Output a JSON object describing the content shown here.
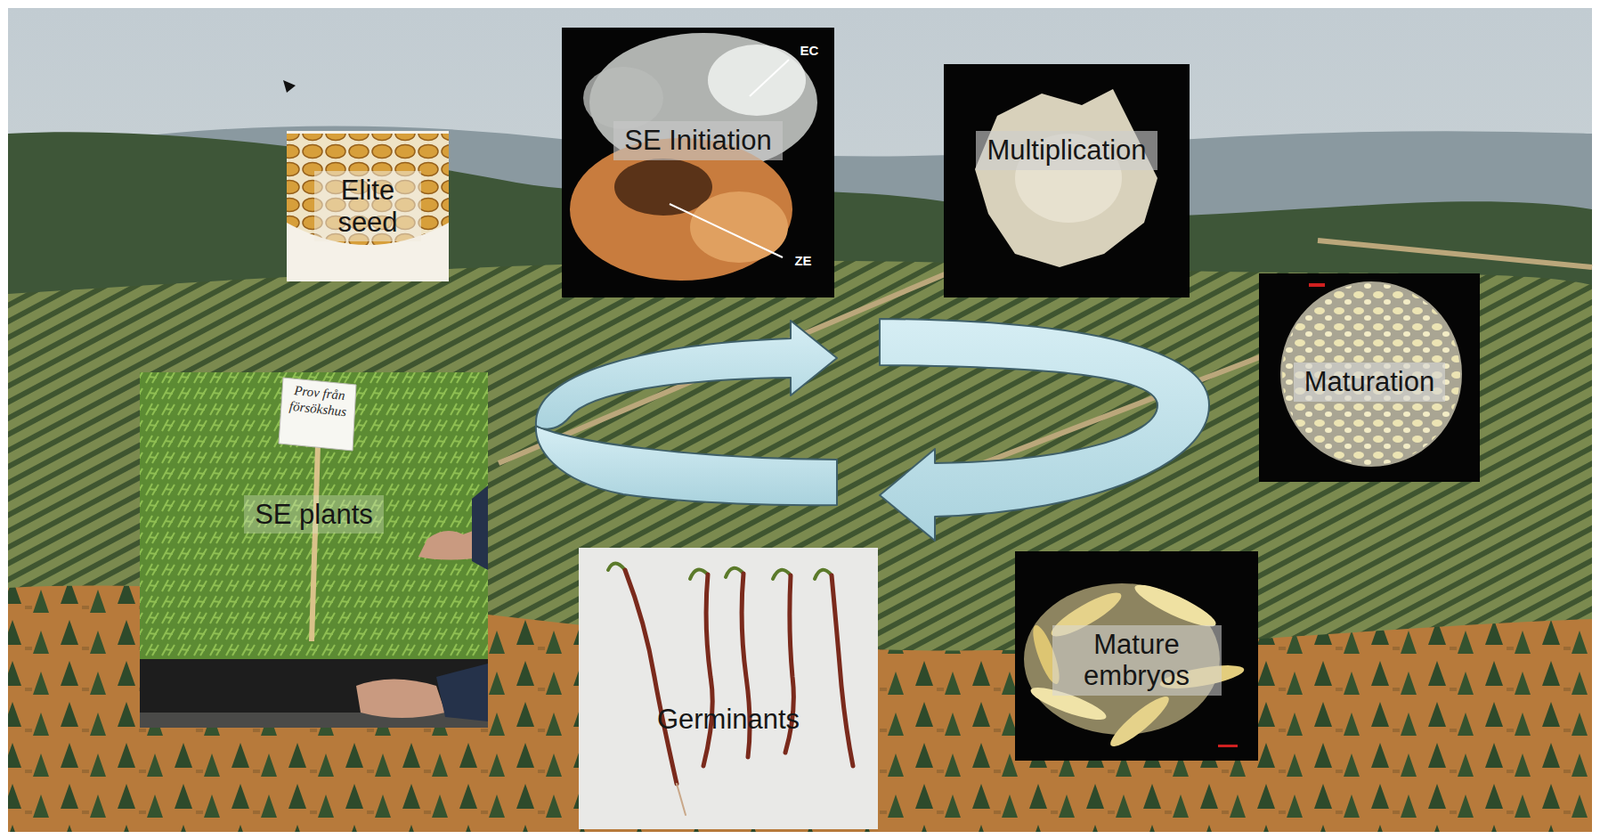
{
  "diagram": {
    "nodes": [
      {
        "text": [
          "Elite seed"
        ]
      },
      {
        "text": [
          "SE Initiation"
        ]
      },
      {
        "text": [
          "Multiplication"
        ]
      },
      {
        "text": [
          "Maturation"
        ]
      },
      {
        "text": [
          "Mature embryos"
        ]
      },
      {
        "text": [
          "Germinants"
        ]
      },
      {
        "text": [
          "SE plants"
        ]
      }
    ],
    "labels": [
      "EC",
      "ZE",
      "Prov från försökshus"
    ]
  }
}
